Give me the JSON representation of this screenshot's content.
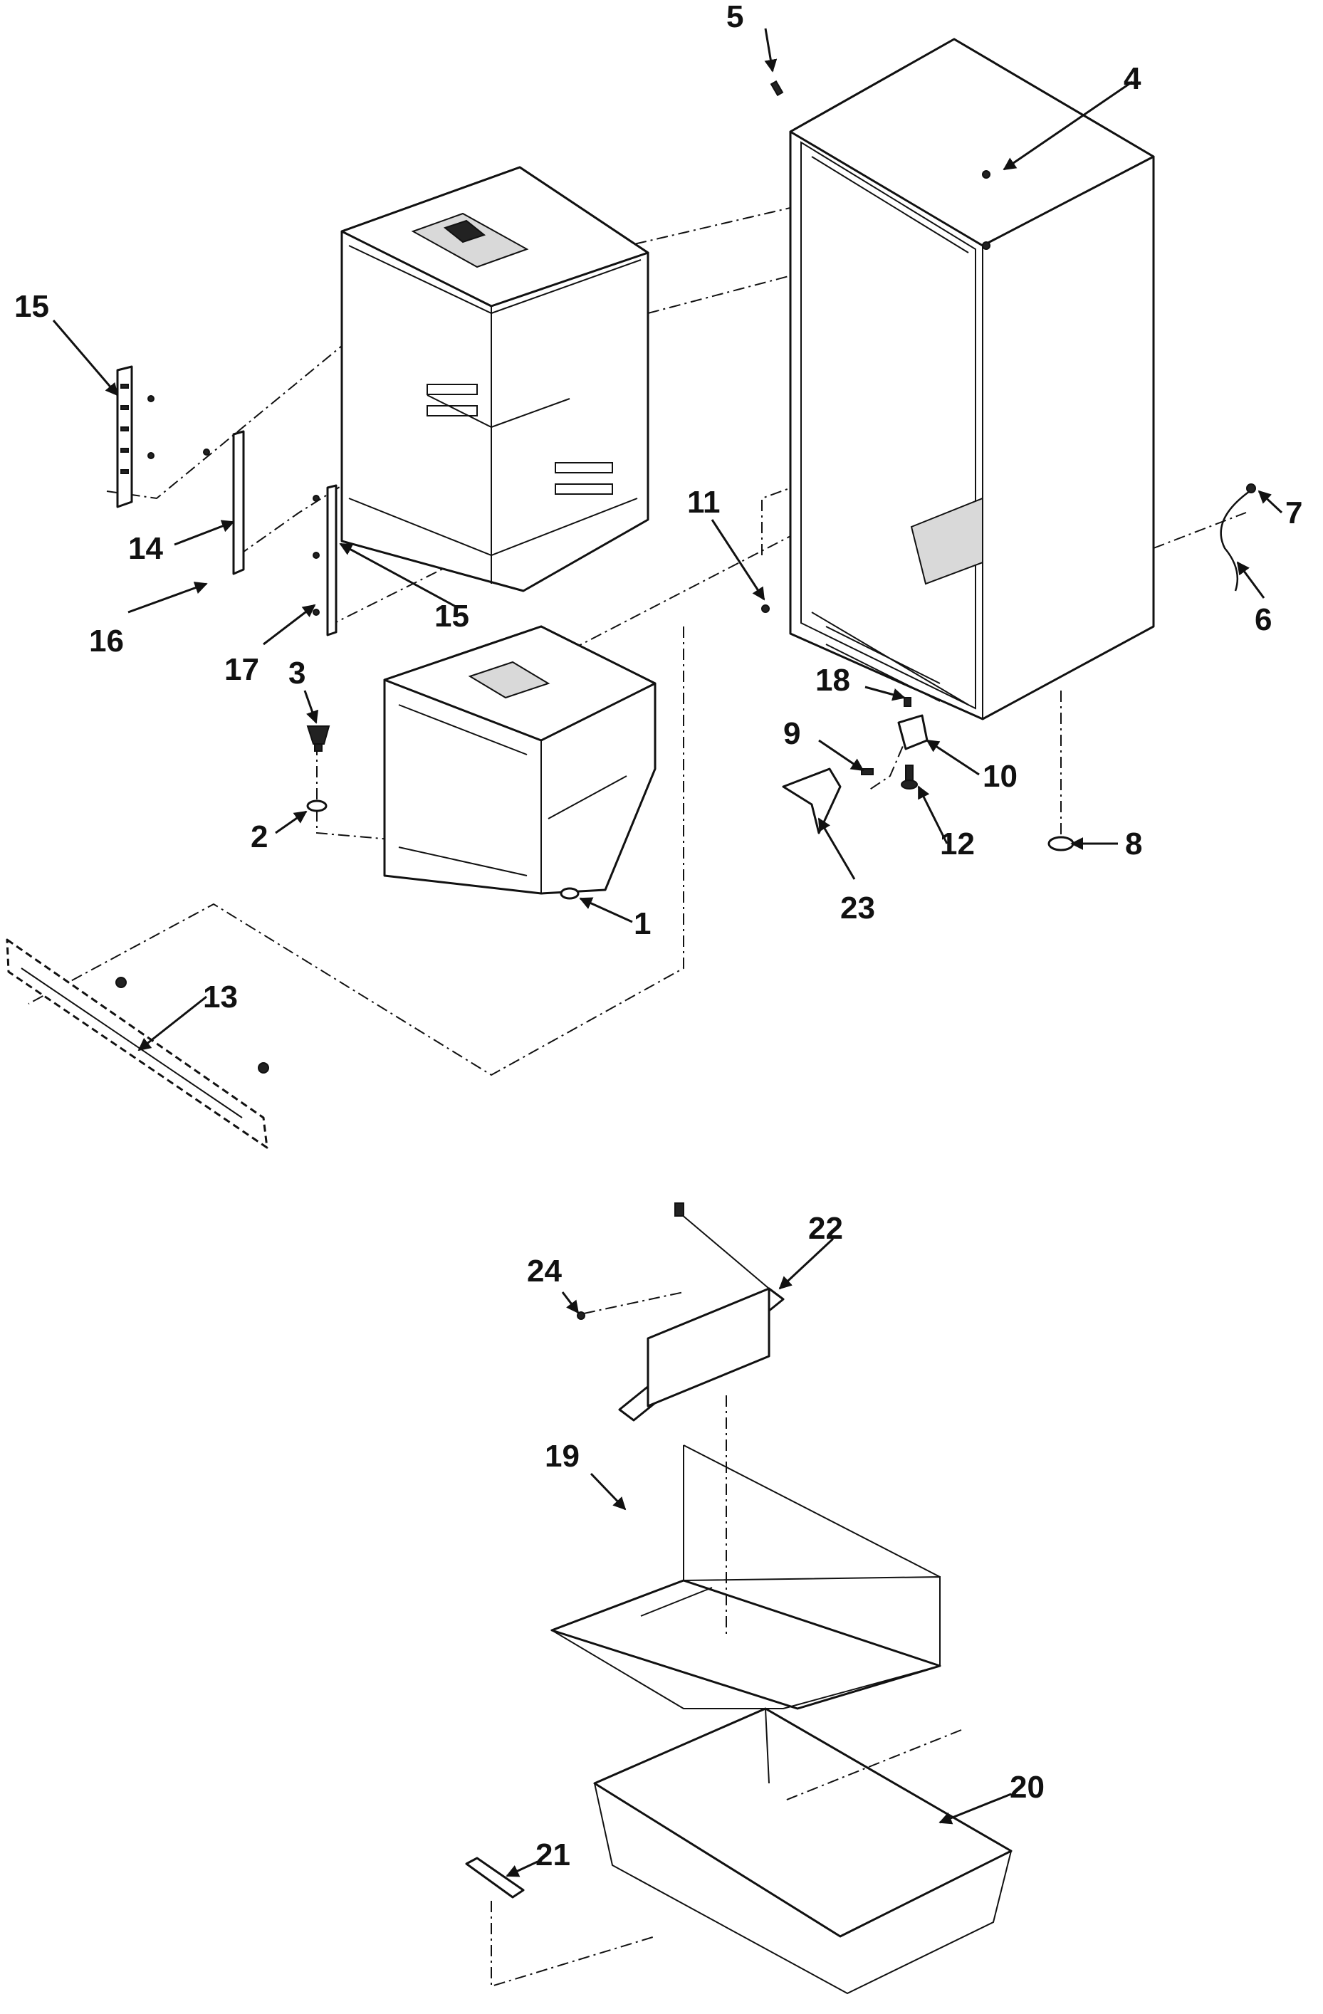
{
  "callouts": {
    "c1": "1",
    "c2": "2",
    "c3": "3",
    "c4": "4",
    "c5": "5",
    "c6": "6",
    "c7": "7",
    "c8": "8",
    "c9": "9",
    "c10": "10",
    "c11": "11",
    "c12": "12",
    "c13": "13",
    "c14": "14",
    "c15a": "15",
    "c15b": "15",
    "c16": "16",
    "c17": "17",
    "c18": "18",
    "c19": "19",
    "c20": "20",
    "c21": "21",
    "c22": "22",
    "c23": "23",
    "c24": "24"
  },
  "colors": {
    "ink": "#111111",
    "paper": "#ffffff"
  }
}
